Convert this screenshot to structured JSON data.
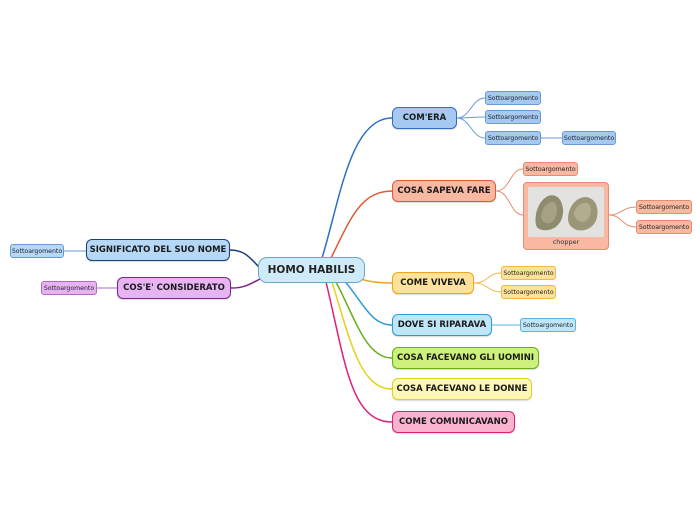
{
  "center": {
    "label": "HOMO HABILIS"
  },
  "colors": {
    "blue": "#a6c9f2",
    "blueBorder": "#2f6fc0",
    "orange": "#f8b8a2",
    "orangeBorder": "#e05a34",
    "yellow": "#fde29a",
    "yellowBorder": "#f2a51c",
    "cyan": "#bfe7f8",
    "cyanBorder": "#2c9bd6",
    "green": "#cdf17c",
    "greenBorder": "#66b019",
    "lightyellow": "#fdf7b7",
    "lightyellowBorder": "#e3d21a",
    "pink": "#f9b3cf",
    "pinkBorder": "#e21e78",
    "navy": "#b5d8f7",
    "navyBorder": "#1d3f77",
    "purple": "#e8b3f3",
    "purpleBorder": "#7a2683"
  },
  "right_branches": [
    {
      "label": "COM'ERA",
      "subs": [
        "Sottoargomento",
        "Sottoargomento",
        "Sottoargomento"
      ],
      "subsub": "Sottoargomento"
    },
    {
      "label": "COSA SAPEVA FARE",
      "subs": [
        "Sottoargomento"
      ],
      "image_caption": "chopper",
      "image_subs": [
        "Sottoargomento",
        "Sottoargomento"
      ]
    },
    {
      "label": "COME VIVEVA",
      "subs": [
        "Sottoargomento",
        "Sottoargomento"
      ]
    },
    {
      "label": "DOVE SI RIPARAVA",
      "subs": [
        "Sottoargomento"
      ]
    },
    {
      "label": "COSA FACEVANO GLI UOMINI"
    },
    {
      "label": "COSA FACEVANO LE DONNE"
    },
    {
      "label": "COME COMUNICAVANO"
    }
  ],
  "left_branches": [
    {
      "label": "SIGNIFICATO DEL SUO NOME",
      "subs": [
        "Sottoargomento"
      ]
    },
    {
      "label": "COS'E' CONSIDERATO",
      "subs": [
        "Sottoargomento"
      ]
    }
  ]
}
